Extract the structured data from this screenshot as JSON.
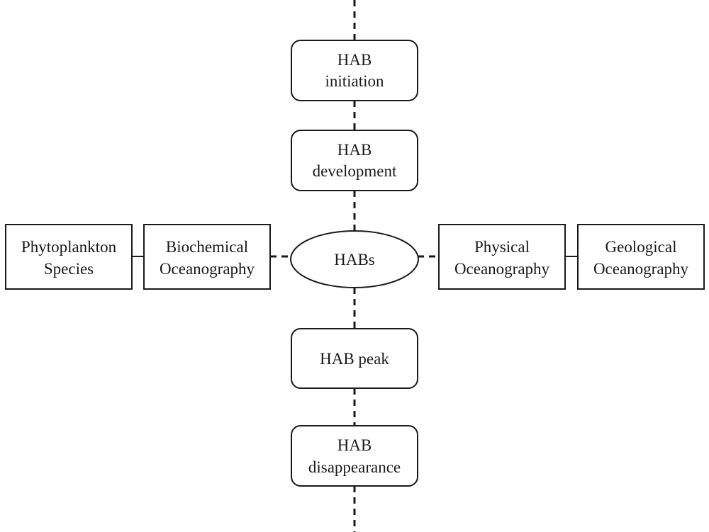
{
  "center": {
    "label": "HABs"
  },
  "stages": [
    {
      "id": "initiation",
      "lines": [
        "HAB",
        "initiation"
      ]
    },
    {
      "id": "development",
      "lines": [
        "HAB",
        "development"
      ]
    },
    {
      "id": "peak",
      "lines": [
        "HAB peak"
      ]
    },
    {
      "id": "disappearance",
      "lines": [
        "HAB",
        "disappearance"
      ]
    }
  ],
  "factors": [
    {
      "id": "phytoplankton-species",
      "lines": [
        "Phytoplankton",
        "Species"
      ]
    },
    {
      "id": "biochemical-oceanography",
      "lines": [
        "Biochemical",
        "Oceanography"
      ]
    },
    {
      "id": "physical-oceanography",
      "lines": [
        "Physical",
        "Oceanography"
      ]
    },
    {
      "id": "geological-oceanography",
      "lines": [
        "Geological",
        "Oceanography"
      ]
    }
  ]
}
